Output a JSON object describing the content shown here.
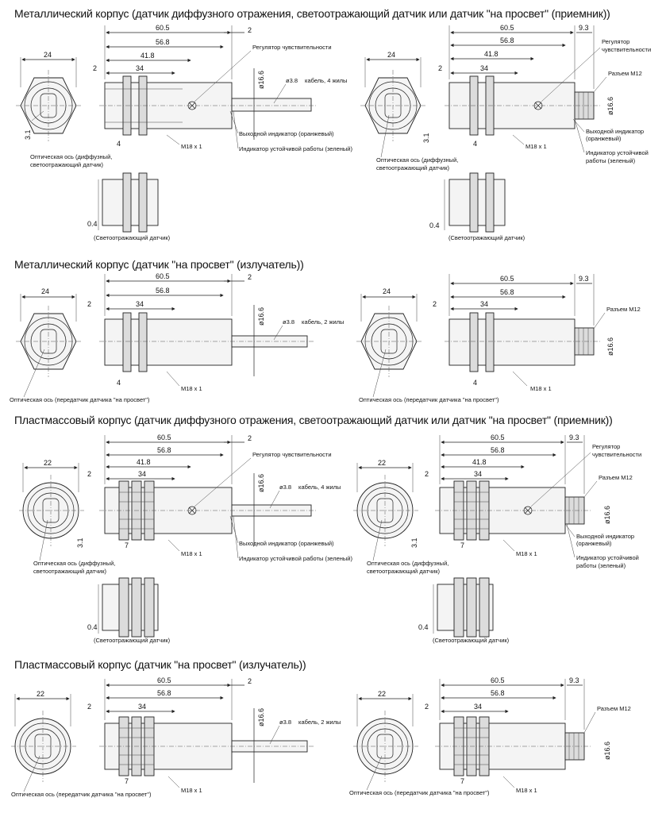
{
  "sections": [
    {
      "title": "Металлический корпус (датчик диффузного отражения, светоотражающий датчик или датчик \"на просвет\" (приемник))"
    },
    {
      "title": "Металлический корпус (датчик \"на просвет\" (излучатель))"
    },
    {
      "title": "Пластмассовый корпус  (датчик диффузного отражения, светоотражающий датчик или датчик \"на просвет\" (приемник))"
    },
    {
      "title": "Пластмассовый корпус (датчик \"на просвет\" (излучатель))"
    }
  ],
  "dims": {
    "d60_5": "60.5",
    "d56_8": "56.8",
    "d41_8": "41.8",
    "d34": "34",
    "d2": "2",
    "d9_3": "9.3",
    "d24": "24",
    "d22": "22",
    "d3_1": "3.1",
    "d4": "4",
    "d7": "7",
    "d0_4": "0.4",
    "d16_6": "ø16.6",
    "d3_8": "ø3.8",
    "thread": "M18 x 1"
  },
  "labels": {
    "regulator": "Регулятор чувствительности",
    "regulator_l1": "Регулятор",
    "regulator_l2": "чувствительности",
    "cable4": "кабель, 4 жилы",
    "cable2": "кабель, 2 жилы",
    "connector": "Разъем M12",
    "out_ind": "Выходной индикатор (оранжевый)",
    "out_ind_l1": "Выходной индикатор",
    "out_ind_l2": "(оранжевый)",
    "stab_ind": "Индикатор устойчивой работы (зеленый)",
    "stab_ind_l1": "Индикатор устойчивой",
    "stab_ind_l2": "работы (зеленый)",
    "opt_axis_l1": "Оптическая ось (диффузный,",
    "opt_axis_l2": "светоотражающий датчик)",
    "opt_axis_thru": "Оптическая ось (передатчик датчика \"на просвет\")",
    "retro": "(Светоотражающий датчик)"
  }
}
